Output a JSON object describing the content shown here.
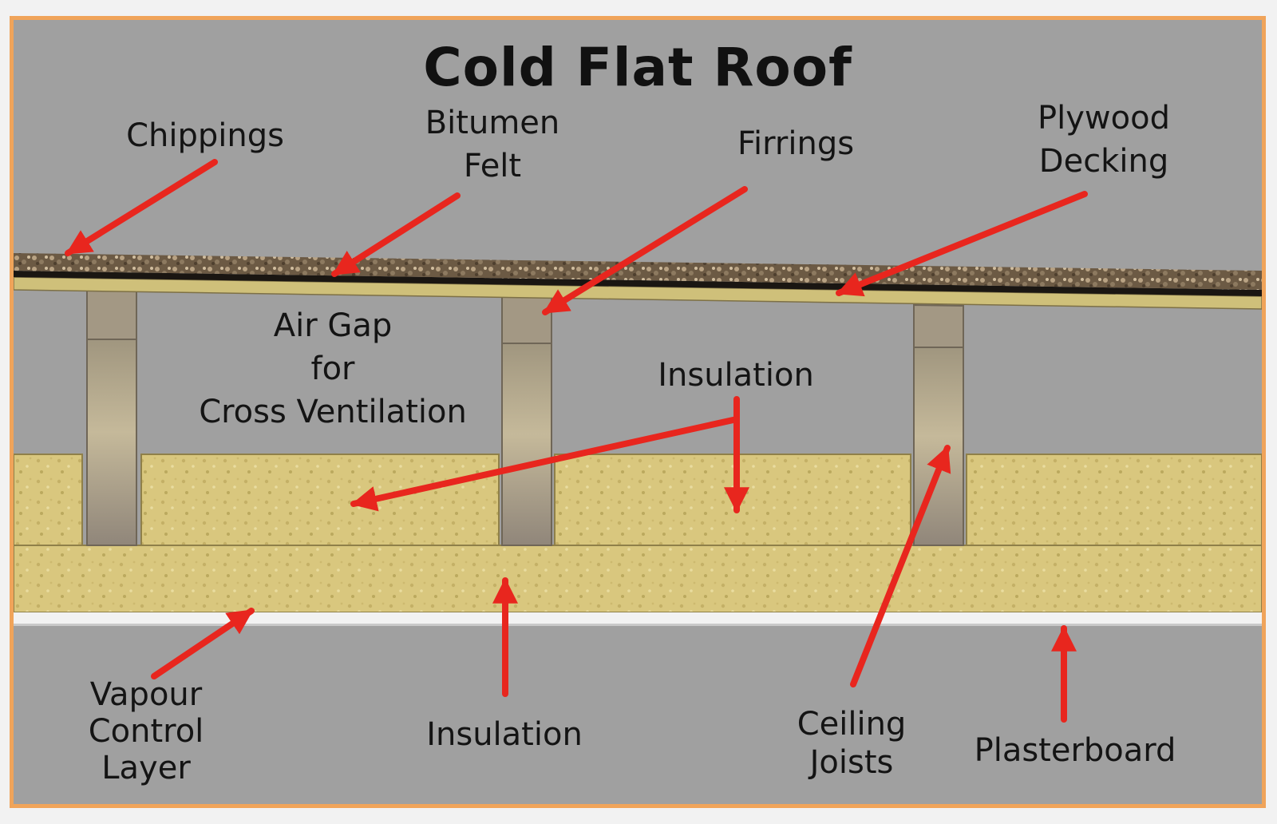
{
  "title": "Cold Flat Roof",
  "labels": {
    "chippings": "Chippings",
    "bitumen_felt": "Bitumen\nFelt",
    "firrings": "Firrings",
    "plywood_decking": "Plywood\nDecking",
    "air_gap": "Air Gap\nfor\nCross Ventilation",
    "insulation_upper": "Insulation",
    "vapour_control_layer": "Vapour\nControl\nLayer",
    "insulation_lower": "Insulation",
    "ceiling_joists": "Ceiling\nJoists",
    "plasterboard": "Plasterboard"
  },
  "colors": {
    "frame_border": "#f0a45a",
    "background": "#a0a0a0",
    "arrow": "#e8261e",
    "insulation": "#d8c67c",
    "timber": "#9e9280",
    "plywood": "#cfc07a",
    "plasterboard": "#f2f2f2"
  }
}
